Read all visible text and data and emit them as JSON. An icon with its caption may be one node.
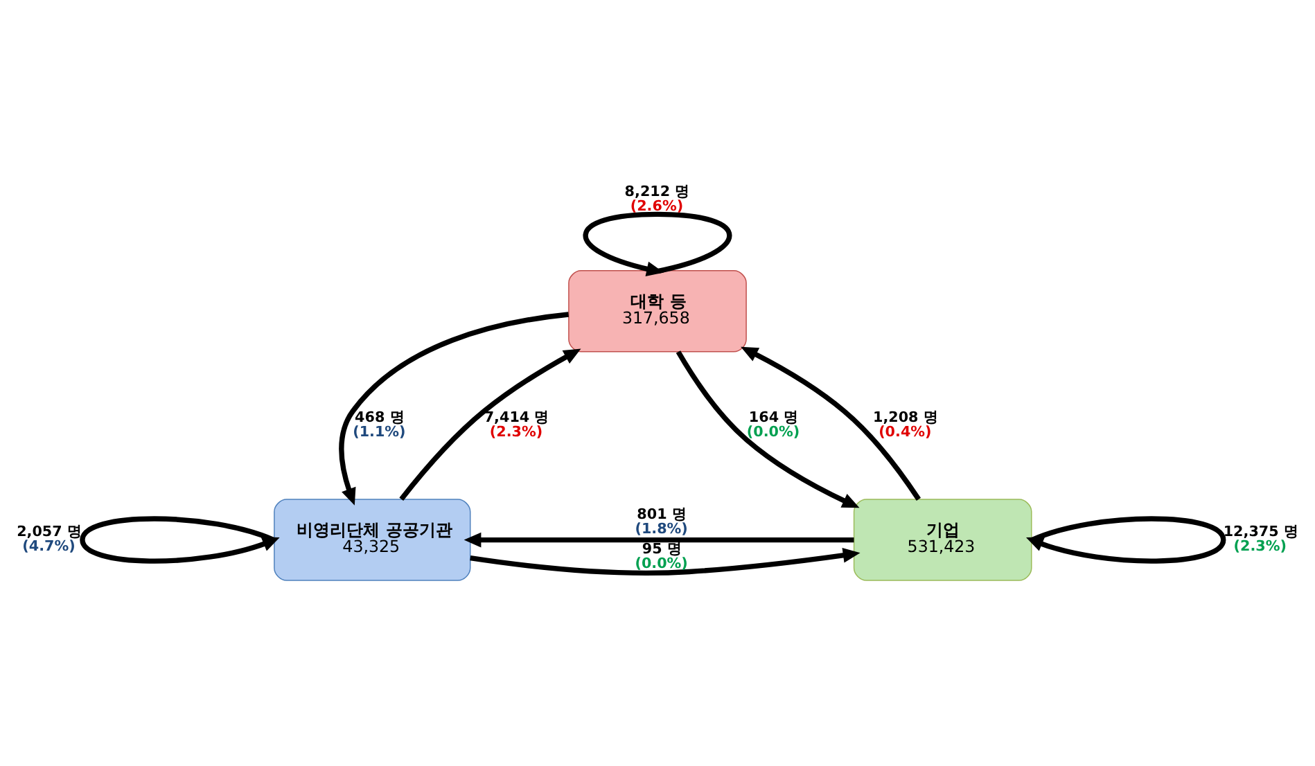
{
  "diagram": {
    "nodes": [
      {
        "text": [
          "대학 등",
          "317,658"
        ]
      },
      {
        "text": [
          "비영리단체 공공기관",
          "43,325"
        ]
      },
      {
        "text": [
          "기업",
          "531,423"
        ]
      }
    ],
    "edges": [
      {
        "from": 0,
        "to": 0,
        "arrow": "to",
        "label": "8,212 명 (2.6%)"
      },
      {
        "from": 1,
        "to": 0,
        "arrow": "to",
        "label": "7,414 명 (2.3%)"
      },
      {
        "from": 0,
        "to": 1,
        "arrow": "to",
        "label": "468 명 (1.1%)"
      },
      {
        "from": 0,
        "to": 2,
        "arrow": "to",
        "label": "164 명 (0.0%)"
      },
      {
        "from": 2,
        "to": 0,
        "arrow": "to",
        "label": "1,208 명 (0.4%)"
      },
      {
        "from": 2,
        "to": 1,
        "arrow": "to",
        "label": "801 명 (1.8%)"
      },
      {
        "from": 1,
        "to": 2,
        "arrow": "to",
        "label": "95 명 (0.0%)"
      },
      {
        "from": 1,
        "to": 1,
        "arrow": "to",
        "label": "2,057 명 (4.7%)"
      },
      {
        "from": 2,
        "to": 2,
        "arrow": "to",
        "label": "12,375 명 (2.3%)"
      }
    ]
  }
}
